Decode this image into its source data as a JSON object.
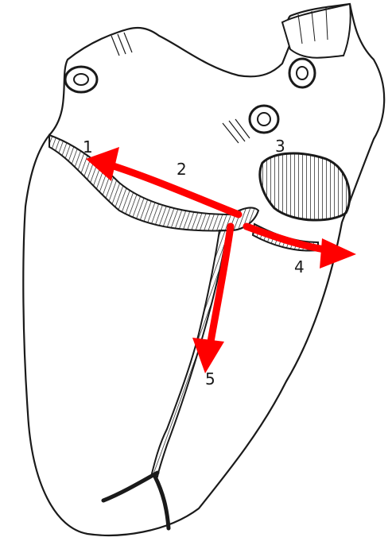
{
  "diagram": {
    "labels": [
      "1",
      "2",
      "3",
      "4",
      "5"
    ],
    "colors": {
      "arrow": "#ff0000",
      "ink": "#1a1a1a",
      "background": "#ffffff"
    }
  }
}
